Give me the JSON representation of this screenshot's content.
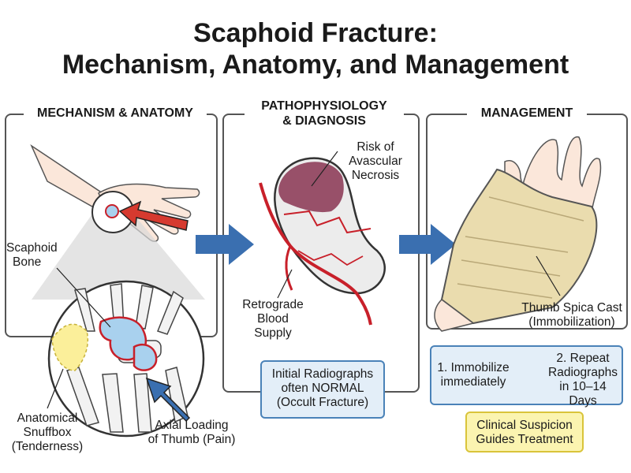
{
  "title": {
    "line1": "Scaphoid Fracture:",
    "line2": "Mechanism, Anatomy, and Management"
  },
  "panels": {
    "left": {
      "heading": "MECHANISM & ANATOMY"
    },
    "middle": {
      "heading_line1": "PATHOPHYSIOLOGY",
      "heading_line2": "& DIAGNOSIS"
    },
    "right": {
      "heading": "MANAGEMENT"
    }
  },
  "labels": {
    "scaphoid_bone": [
      "Scaphoid",
      "Bone"
    ],
    "snuffbox": [
      "Anatomical",
      "Snuffbox",
      "(Tenderness)"
    ],
    "axial_loading": [
      "Axial Loading",
      "of Thumb (Pain)"
    ],
    "avascular": [
      "Risk of",
      "Avascular",
      "Necrosis"
    ],
    "blood_supply": [
      "Retrograde",
      "Blood",
      "Supply"
    ],
    "spica": [
      "Thumb Spica Cast",
      "(Immobilization)"
    ]
  },
  "boxes": {
    "radiographs": [
      "Initial Radiographs",
      "often NORMAL",
      "(Occult Fracture)"
    ],
    "step1": [
      "1. Immobilize",
      "immediately"
    ],
    "step2": [
      "2. Repeat",
      "Radiographs",
      "in 10–14 Days"
    ],
    "suspicion": [
      "Clinical Suspicion",
      "Guides Treatment"
    ]
  },
  "colors": {
    "flow_arrow": "#3a6fb0",
    "impact_arrow": "#d63a2f",
    "bone_highlight": "#a9d1ee",
    "fracture_line": "#c8202a",
    "necrosis": "#8a3552",
    "cast": "#eadcae"
  }
}
